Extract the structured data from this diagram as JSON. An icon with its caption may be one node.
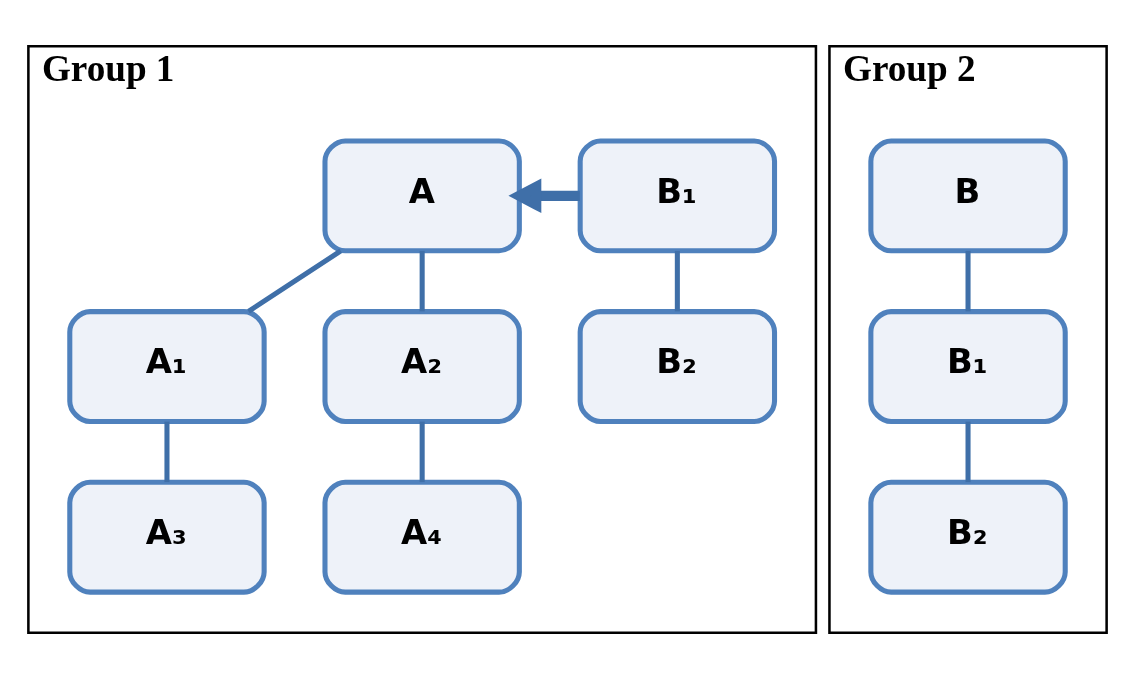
{
  "diagram": {
    "nodes": [
      {
        "text": [
          "Group 1"
        ]
      },
      {
        "text": [
          "A"
        ],
        "in": 0
      },
      {
        "text": [
          "B₁"
        ],
        "in": 0
      },
      {
        "text": [
          "A₁"
        ],
        "in": 0
      },
      {
        "text": [
          "A₂"
        ],
        "in": 0
      },
      {
        "text": [
          "A₃"
        ],
        "in": 0
      },
      {
        "text": [
          "A₄"
        ],
        "in": 0
      },
      {
        "text": [
          "B₂"
        ],
        "in": 0
      },
      {
        "text": [
          "Group 2"
        ]
      },
      {
        "text": [
          "B"
        ],
        "in": 8
      },
      {
        "text": [
          "B₁"
        ],
        "in": 8
      },
      {
        "text": [
          "B₂"
        ],
        "in": 8
      }
    ],
    "edges": [
      {
        "from": 2,
        "to": 1,
        "arrow": "to",
        "style": "thick"
      },
      {
        "from": 1,
        "to": 3,
        "arrow": "none"
      },
      {
        "from": 1,
        "to": 4,
        "arrow": "none"
      },
      {
        "from": 3,
        "to": 5,
        "arrow": "none"
      },
      {
        "from": 4,
        "to": 6,
        "arrow": "none"
      },
      {
        "from": 2,
        "to": 7,
        "arrow": "none"
      },
      {
        "from": 9,
        "to": 10,
        "arrow": "none"
      },
      {
        "from": 10,
        "to": 11,
        "arrow": "none"
      }
    ]
  }
}
